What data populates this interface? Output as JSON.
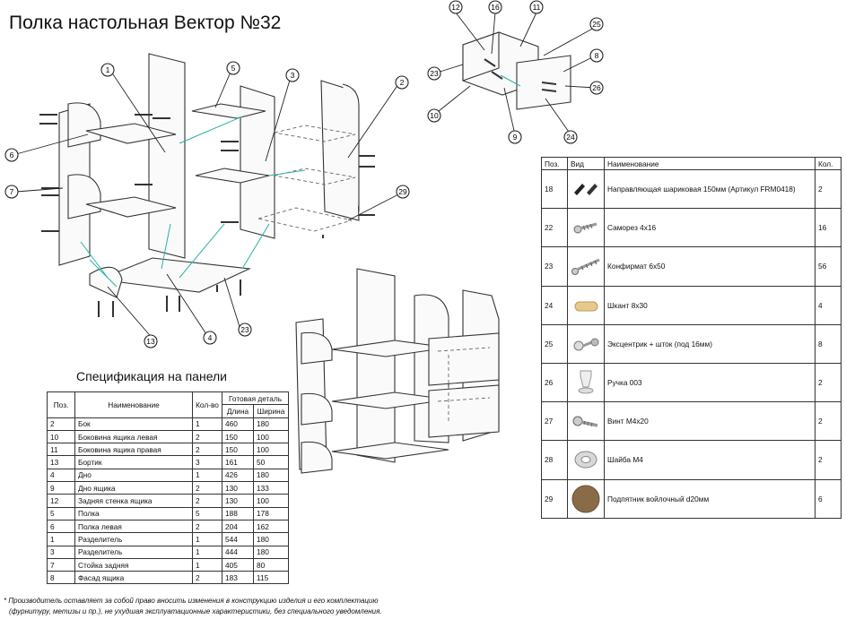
{
  "title": "Полка настольная Вектор №32",
  "callouts": [
    "1",
    "2",
    "3",
    "4",
    "5",
    "6",
    "7",
    "8",
    "9",
    "10",
    "11",
    "12",
    "13",
    "16",
    "23",
    "23",
    "24",
    "25",
    "26",
    "29"
  ],
  "spec": {
    "title": "Спецификация на панели",
    "headers": {
      "pos": "Поз.",
      "name": "Наименование",
      "qty": "Кол-во",
      "finished": "Готовая деталь",
      "length": "Длина",
      "width": "Ширина"
    },
    "rows": [
      {
        "pos": "2",
        "name": "Бок",
        "qty": "1",
        "length": "460",
        "width": "180"
      },
      {
        "pos": "10",
        "name": "Боковина ящика левая",
        "qty": "2",
        "length": "150",
        "width": "100"
      },
      {
        "pos": "11",
        "name": "Боковина ящика правая",
        "qty": "2",
        "length": "150",
        "width": "100"
      },
      {
        "pos": "13",
        "name": "Бортик",
        "qty": "3",
        "length": "161",
        "width": "50"
      },
      {
        "pos": "4",
        "name": "Дно",
        "qty": "1",
        "length": "426",
        "width": "180"
      },
      {
        "pos": "9",
        "name": "Дно ящика",
        "qty": "2",
        "length": "130",
        "width": "133"
      },
      {
        "pos": "12",
        "name": "Задняя стенка ящика",
        "qty": "2",
        "length": "130",
        "width": "100"
      },
      {
        "pos": "5",
        "name": "Полка",
        "qty": "5",
        "length": "188",
        "width": "178"
      },
      {
        "pos": "6",
        "name": "Полка левая",
        "qty": "2",
        "length": "204",
        "width": "162"
      },
      {
        "pos": "1",
        "name": "Разделитель",
        "qty": "1",
        "length": "544",
        "width": "180"
      },
      {
        "pos": "3",
        "name": "Разделитель",
        "qty": "1",
        "length": "444",
        "width": "180"
      },
      {
        "pos": "7",
        "name": "Стойка задняя",
        "qty": "1",
        "length": "405",
        "width": "80"
      },
      {
        "pos": "8",
        "name": "Фасад ящика",
        "qty": "2",
        "length": "183",
        "width": "115"
      }
    ]
  },
  "hardware": {
    "headers": {
      "pos": "Поз.",
      "view": "Вид",
      "name": "Наименование",
      "qty": "Кол."
    },
    "rows": [
      {
        "pos": "18",
        "name": "Направляющая шариковая 150мм (Артикул FRM0418)",
        "qty": "2",
        "icon": "ball-slide-icon"
      },
      {
        "pos": "22",
        "name": "Саморез 4х16",
        "qty": "16",
        "icon": "self-tapping-screw-icon"
      },
      {
        "pos": "23",
        "name": "Конфирмат 6х50",
        "qty": "56",
        "icon": "confirmat-screw-icon"
      },
      {
        "pos": "24",
        "name": "Шкант 8х30",
        "qty": "4",
        "icon": "wooden-dowel-icon"
      },
      {
        "pos": "25",
        "name": "Эксцентрик + шток (под 16мм)",
        "qty": "8",
        "icon": "eccentric-fitting-icon"
      },
      {
        "pos": "26",
        "name": "Ручка 003",
        "qty": "2",
        "icon": "knob-handle-icon"
      },
      {
        "pos": "27",
        "name": "Винт М4х20",
        "qty": "2",
        "icon": "machine-screw-icon"
      },
      {
        "pos": "28",
        "name": "Шайба М4",
        "qty": "2",
        "icon": "washer-icon"
      },
      {
        "pos": "29",
        "name": "Подпятник войлочный d20мм",
        "qty": "6",
        "icon": "felt-pad-icon"
      }
    ]
  },
  "footnote": {
    "line1": "* Производитель оставляет за собой право вносить изменения в конструкцию изделия и его комплектацию",
    "line2": "(фурнитуру, метизы и пр.), не ухудшая эксплуатационные характеристики, без специального уведомления."
  },
  "colors": {
    "leader": "#222222",
    "assembly_line": "#2bb3a6",
    "dowel": "#e6c98c",
    "felt": "#8a6b48"
  }
}
